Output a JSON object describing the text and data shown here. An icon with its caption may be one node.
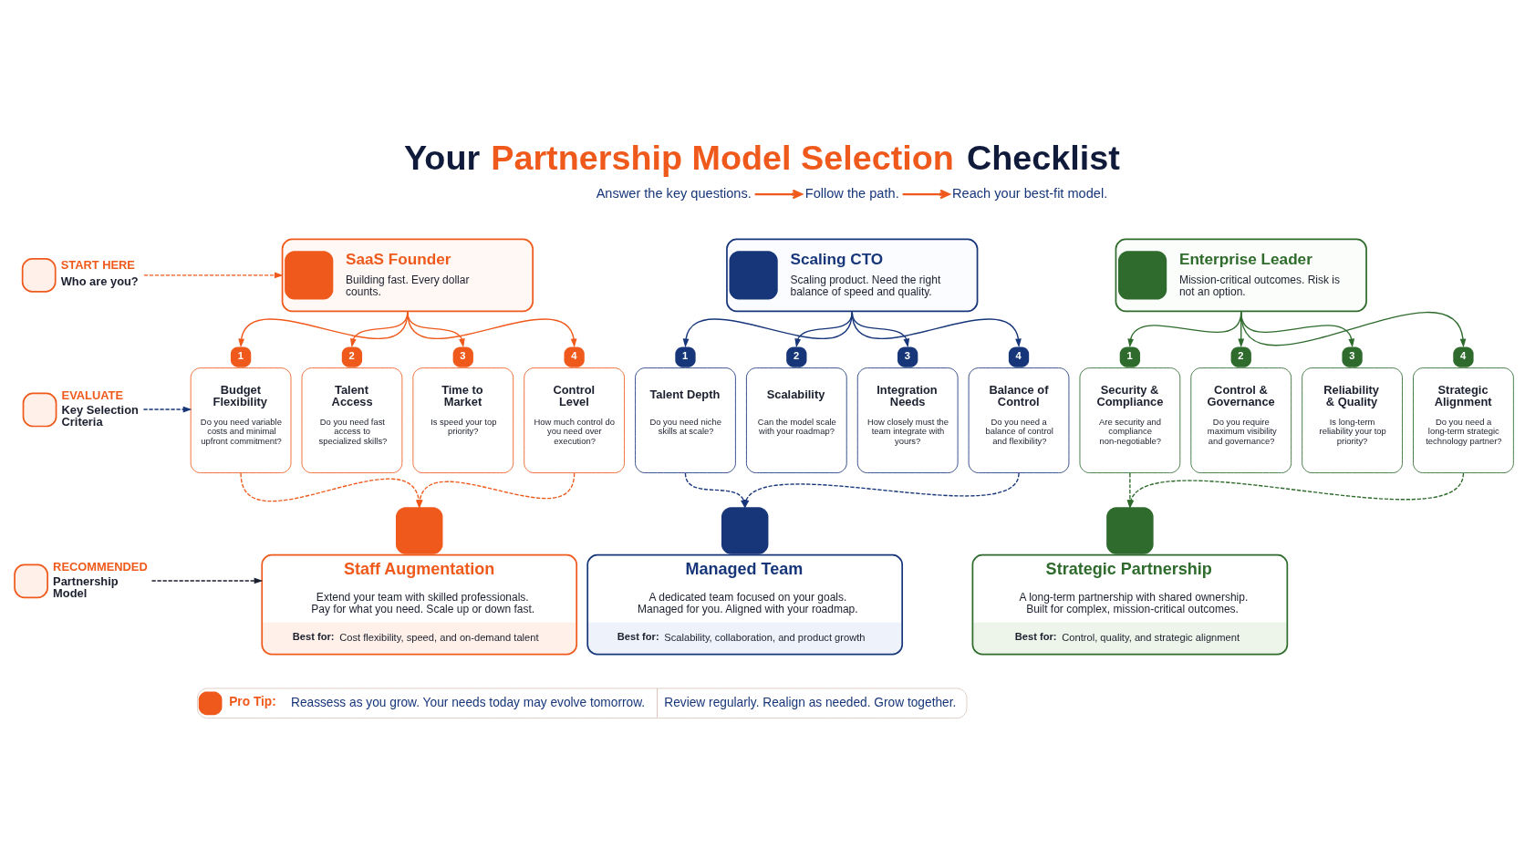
{
  "diagram": {
    "title": "Your Partnership Model Selection Checklist",
    "nodes": [
      {
        "text": [
          "Answer the key questions."
        ]
      },
      {
        "text": [
          "Follow the path."
        ]
      },
      {
        "text": [
          "Reach your best-fit model."
        ]
      },
      {
        "text": [
          "START HERE",
          "Who are you?"
        ]
      },
      {
        "text": [
          "SaaS Founder",
          "Building fast. Every dollar counts."
        ]
      },
      {
        "text": [
          "Scaling CTO",
          "Scaling product. Need the right balance of speed and quality."
        ]
      },
      {
        "text": [
          "Enterprise Leader",
          "Mission-critical outcomes. Risk is not an option."
        ]
      },
      {
        "text": [
          "EVALUATE",
          "Key Selection Criteria"
        ]
      },
      {
        "text": [
          "1",
          "Budget Flexibility",
          "Do you need variable costs and minimal upfront commitment?"
        ]
      },
      {
        "text": [
          "2",
          "Talent Access",
          "Do you need fast access to specialized skills?"
        ]
      },
      {
        "text": [
          "3",
          "Time to Market",
          "Is speed your top priority?"
        ]
      },
      {
        "text": [
          "4",
          "Control Level",
          "How much control do you need over execution?"
        ]
      },
      {
        "text": [
          "1",
          "Talent Depth",
          "Do you need niche skills at scale?"
        ]
      },
      {
        "text": [
          "2",
          "Scalability",
          "Can the model scale with your roadmap?"
        ]
      },
      {
        "text": [
          "3",
          "Integration Needs",
          "How closely must the team integrate with yours?"
        ]
      },
      {
        "text": [
          "4",
          "Balance of Control",
          "Do you need a balance of control and flexibility?"
        ]
      },
      {
        "text": [
          "1",
          "Security & Compliance",
          "Are security and compliance non-negotiable?"
        ]
      },
      {
        "text": [
          "2",
          "Control & Governance",
          "Do you require maximum visibility and governance?"
        ]
      },
      {
        "text": [
          "3",
          "Reliability & Quality",
          "Is long-term reliability your top priority?"
        ]
      },
      {
        "text": [
          "4",
          "Strategic Alignment",
          "Do you need a long-term strategic technology partner?"
        ]
      },
      {
        "text": [
          "RECOMMENDED",
          "Partnership Model"
        ]
      },
      {
        "text": [
          "Staff Augmentation",
          "Extend your team with skilled professionals. Pay for what you need. Scale up or down fast.",
          "Best for:",
          "Cost flexibility, speed, and on-demand talent"
        ]
      },
      {
        "text": [
          "Managed Team",
          "A dedicated team focused on your goals. Managed for you. Aligned with your roadmap.",
          "Best for:",
          "Scalability, collaboration, and product growth"
        ]
      },
      {
        "text": [
          "Strategic Partnership",
          "A long-term partnership with shared ownership. Built for complex, mission-critical outcomes.",
          "Best for:",
          "Control, quality, and strategic alignment"
        ]
      },
      {
        "text": [
          "Pro Tip:",
          "Reassess as you grow. Your needs today may evolve tomorrow.",
          "Review regularly. Realign as needed. Grow together."
        ]
      }
    ],
    "edges": [
      {
        "from": 0,
        "to": 1,
        "arrow": "to",
        "color": "#ef5a1c"
      },
      {
        "from": 1,
        "to": 2,
        "arrow": "to",
        "color": "#ef5a1c"
      },
      {
        "from": 3,
        "to": 4,
        "arrow": "to",
        "style": "dashed",
        "color": "#ef5a1c"
      },
      {
        "from": 4,
        "to": 8,
        "arrow": "to",
        "color": "#ef5a1c"
      },
      {
        "from": 4,
        "to": 9,
        "arrow": "to",
        "color": "#ef5a1c"
      },
      {
        "from": 4,
        "to": 10,
        "arrow": "to",
        "color": "#ef5a1c"
      },
      {
        "from": 4,
        "to": 11,
        "arrow": "to",
        "color": "#ef5a1c"
      },
      {
        "from": 5,
        "to": 12,
        "arrow": "to",
        "color": "#17367a"
      },
      {
        "from": 5,
        "to": 13,
        "arrow": "to",
        "color": "#17367a"
      },
      {
        "from": 5,
        "to": 14,
        "arrow": "to",
        "color": "#17367a"
      },
      {
        "from": 5,
        "to": 15,
        "arrow": "to",
        "color": "#17367a"
      },
      {
        "from": 6,
        "to": 16,
        "arrow": "to",
        "color": "#2e6b2c"
      },
      {
        "from": 6,
        "to": 17,
        "arrow": "to",
        "color": "#2e6b2c"
      },
      {
        "from": 6,
        "to": 18,
        "arrow": "to",
        "color": "#2e6b2c"
      },
      {
        "from": 6,
        "to": 19,
        "arrow": "to",
        "color": "#2e6b2c"
      },
      {
        "from": 7,
        "to": 8,
        "arrow": "to",
        "style": "dashed",
        "color": "#17367a"
      },
      {
        "from": 8,
        "to": 21,
        "arrow": "to",
        "style": "dashed",
        "color": "#ef5a1c"
      },
      {
        "from": 11,
        "to": 21,
        "arrow": "to",
        "style": "dashed",
        "color": "#ef5a1c"
      },
      {
        "from": 12,
        "to": 22,
        "arrow": "to",
        "style": "dashed",
        "color": "#17367a"
      },
      {
        "from": 15,
        "to": 22,
        "arrow": "to",
        "style": "dashed",
        "color": "#17367a"
      },
      {
        "from": 16,
        "to": 23,
        "arrow": "to",
        "style": "dashed",
        "color": "#2e6b2c"
      },
      {
        "from": 19,
        "to": 23,
        "arrow": "to",
        "style": "dashed",
        "color": "#2e6b2c"
      },
      {
        "from": 20,
        "to": 21,
        "arrow": "to",
        "style": "dashed",
        "color": "#1b1f2e"
      }
    ]
  }
}
